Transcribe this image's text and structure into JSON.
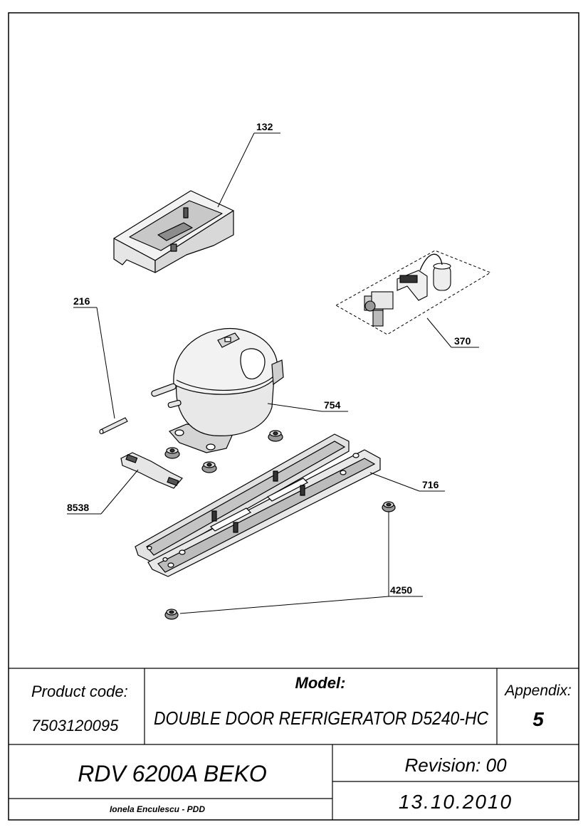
{
  "callouts": {
    "p132": "132",
    "p216": "216",
    "p370": "370",
    "p754": "754",
    "p716": "716",
    "p8538": "8538",
    "p4250": "4250"
  },
  "title_block": {
    "product_code_label": "Product code:",
    "product_code": "7503120095",
    "model_label": "Model:",
    "model_name": "DOUBLE DOOR REFRIGERATOR D5240-HC",
    "appendix_label": "Appendix:",
    "appendix": "5",
    "product_name": "RDV 6200A BEKO",
    "revision_label": "Revision: 00",
    "date": "13.10.2010",
    "author": "Ionela Enculescu - PDD"
  },
  "colors": {
    "line": "#000000",
    "shade": "#d8d8d8",
    "light": "#f2f2f2",
    "paper": "#ffffff"
  }
}
